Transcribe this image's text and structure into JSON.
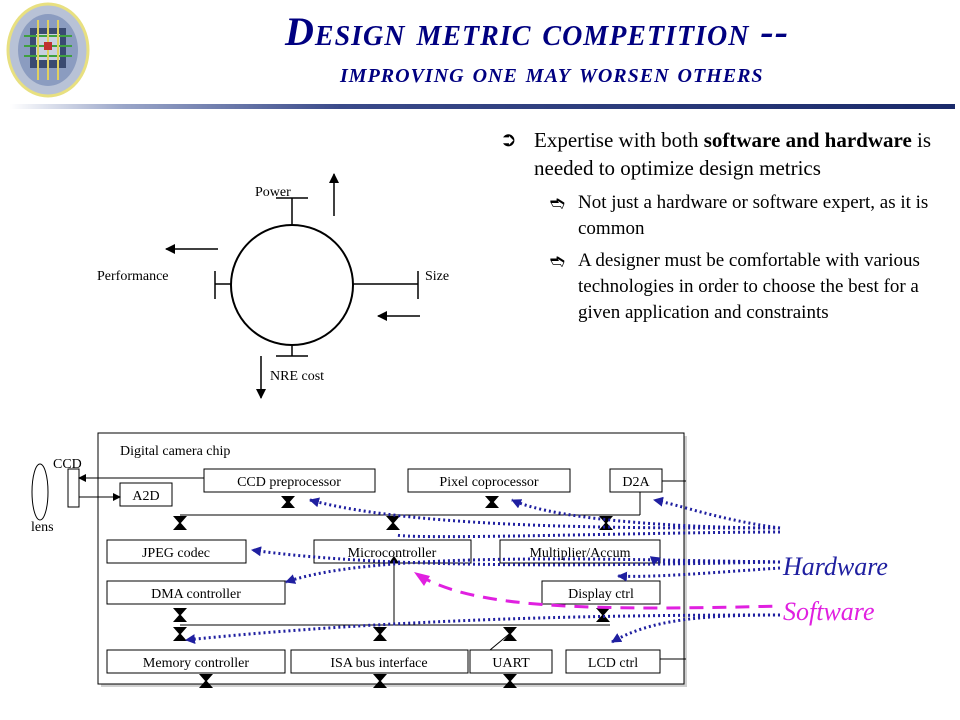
{
  "title_line1": "Design metric competition --",
  "title_line2": "improving one may worsen others",
  "bullets": {
    "main": {
      "prefix": "Expertise with both ",
      "bold": "software and hardware",
      "suffix": " is needed to optimize design metrics"
    },
    "subs": [
      "Not just a hardware or software expert, as it is common",
      "A designer must be comfortable with various technologies in order to choose the best for a given application and constraints"
    ]
  },
  "metric_diagram": {
    "power": "Power",
    "performance": "Performance",
    "size": "Size",
    "nre": "NRE cost"
  },
  "camera": {
    "chip_label": "Digital camera chip",
    "ccd": "CCD",
    "lens": "lens",
    "a2d": "A2D",
    "ccd_pre": "CCD preprocessor",
    "pixel": "Pixel coprocessor",
    "d2a": "D2A",
    "jpeg": "JPEG codec",
    "micro": "Microcontroller",
    "mult": "Multiplier/Accum",
    "dma": "DMA controller",
    "display": "Display ctrl",
    "memory": "Memory controller",
    "isa": "ISA bus interface",
    "uart": "UART",
    "lcd": "LCD ctrl",
    "hardware": "Hardware",
    "software": "Software"
  },
  "colors": {
    "title": "#000080",
    "hardware": "#1f1fa0",
    "software": "#e020e0"
  }
}
